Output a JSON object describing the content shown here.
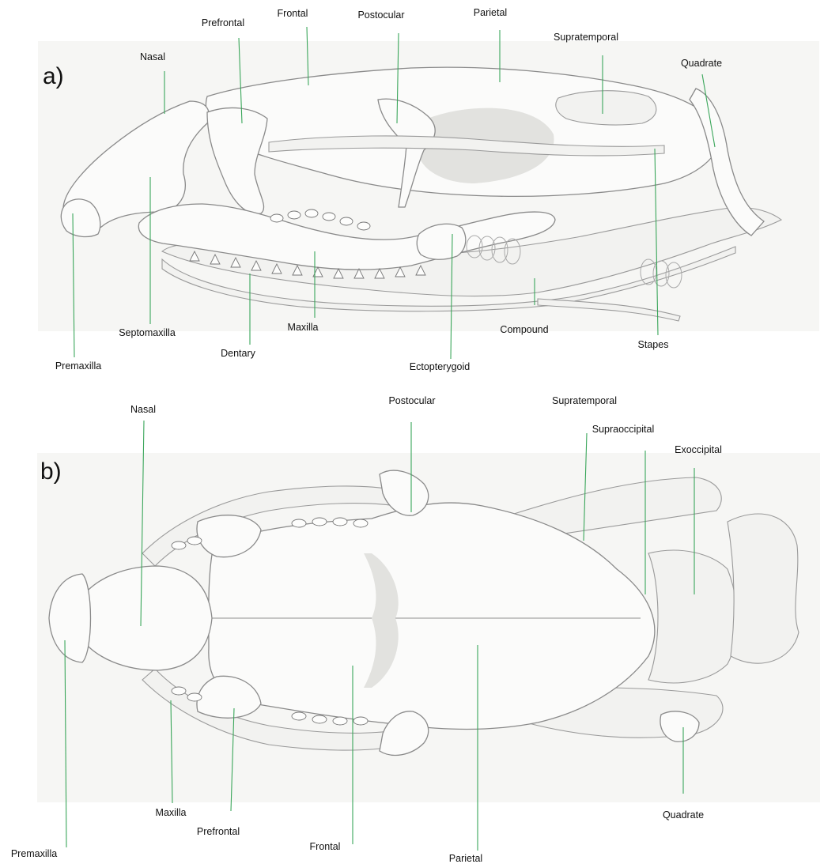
{
  "panel_a": {
    "letter": "a)",
    "labels": {
      "nasal": "Nasal",
      "prefrontal": "Prefrontal",
      "frontal": "Frontal",
      "postocular": "Postocular",
      "parietal": "Parietal",
      "supratemporal": "Supratemporal",
      "quadrate": "Quadrate",
      "premaxilla": "Premaxilla",
      "septomaxilla": "Septomaxilla",
      "dentary": "Dentary",
      "maxilla": "Maxilla",
      "ectopterygoid": "Ectopterygoid",
      "compound": "Compound",
      "stapes": "Stapes"
    }
  },
  "panel_b": {
    "letter": "b)",
    "labels": {
      "nasal": "Nasal",
      "postocular": "Postocular",
      "supratemporal": "Supratemporal",
      "supraoccipital": "Supraoccipital",
      "exoccipital": "Exoccipital",
      "premaxilla": "Premaxilla",
      "maxilla": "Maxilla",
      "prefrontal": "Prefrontal",
      "frontal": "Frontal",
      "parietal": "Parietal",
      "quadrate": "Quadrate"
    }
  },
  "colors": {
    "leader": "#3aa65a",
    "panel_bg": "#f6f6f4"
  }
}
